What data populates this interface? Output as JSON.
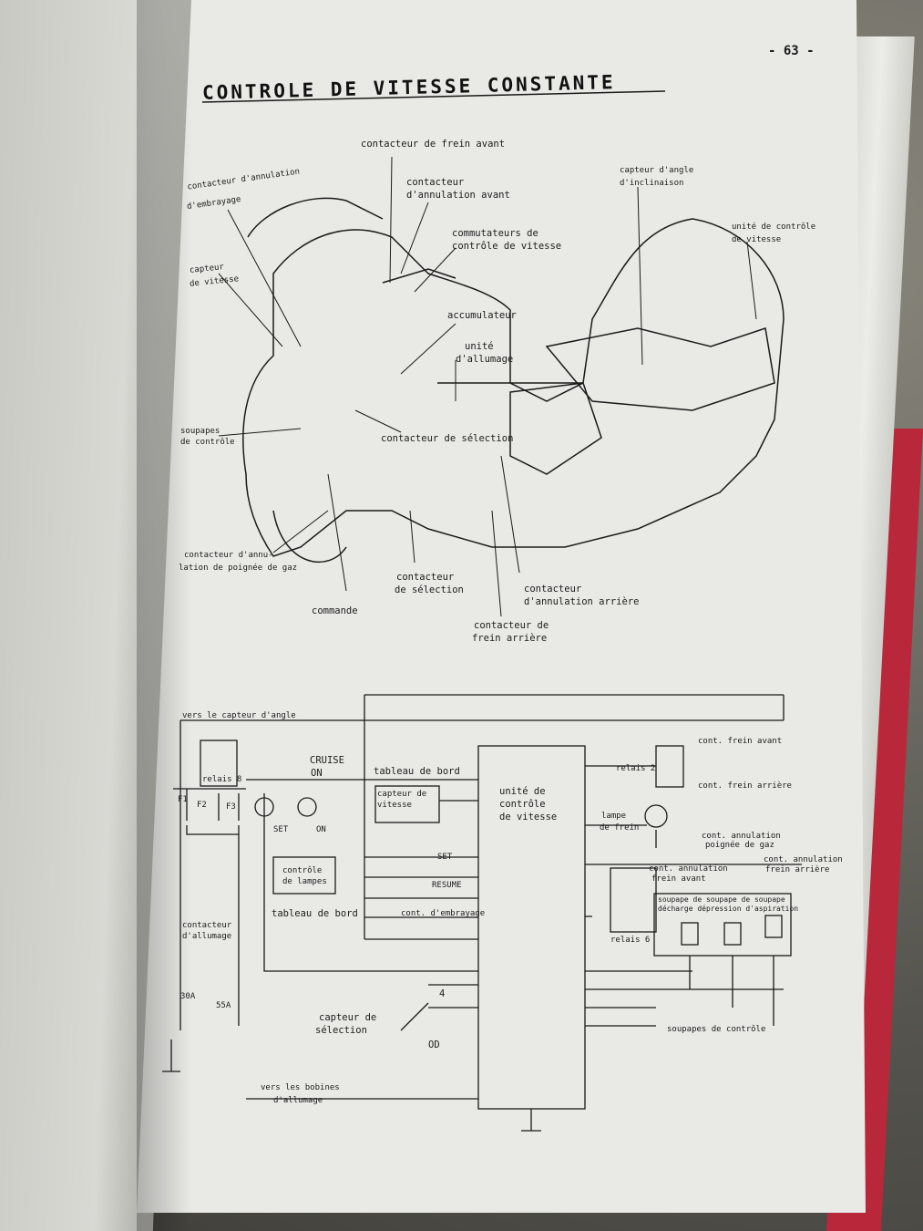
{
  "page_number": "- 63 -",
  "title": "CONTROLE DE VITESSE CONSTANTE",
  "illustration_labels": {
    "frein_avant": "contacteur de frein avant",
    "annul_avant_1": "contacteur",
    "annul_avant_2": "d'annulation avant",
    "commutateurs_1": "commutateurs de",
    "commutateurs_2": "contrôle de vitesse",
    "embrayage_1": "contacteur d'annulation",
    "embrayage_2": "d'embrayage",
    "capteur_vitesse_1": "capteur",
    "capteur_vitesse_2": "de vitesse",
    "accumulateur": "accumulateur",
    "allumage_1": "unité",
    "allumage_2": "d'allumage",
    "angle_1": "capteur d'angle",
    "angle_2": "d'inclinaison",
    "unite_1": "unité de contrôle",
    "unite_2": "de vitesse",
    "soupapes_1": "soupapes",
    "soupapes_2": "de contrôle",
    "selection_contact": "contacteur de sélection",
    "annul_gaz_1": "contacteur d'annu-",
    "annul_gaz_2": "lation de poignée de gaz",
    "selection_1": "contacteur",
    "selection_2": "de sélection",
    "annul_arriere_1": "contacteur",
    "annul_arriere_2": "d'annulation arrière",
    "commande": "commande",
    "frein_arriere_1": "contacteur de",
    "frein_arriere_2": "frein arrière"
  },
  "schematic_labels": {
    "vers_capteur_angle": "vers le capteur d'angle",
    "relais8": "relais 8",
    "f1": "F1",
    "f2": "F2",
    "f3": "F3",
    "cruise": "CRUISE",
    "on": "ON",
    "tableau_bord_top": "tableau de bord",
    "set": "SET",
    "on2": "ON",
    "controle_lampes_1": "contrôle",
    "controle_lampes_2": "de lampes",
    "tableau_bord_bottom": "tableau de bord",
    "capteur_vitesse_1": "capteur de",
    "capteur_vitesse_2": "vitesse",
    "unite_1": "unité de",
    "unite_2": "contrôle",
    "unite_3": "de vitesse",
    "set_btn": "SET",
    "resume_btn": "RESUME",
    "cont_embrayage": "cont. d'embrayage",
    "contacteur_allumage_1": "contacteur",
    "contacteur_allumage_2": "d'allumage",
    "fuse30": "30A",
    "fuse55": "55A",
    "capteur_selection_1": "capteur de",
    "capteur_selection_2": "sélection",
    "four": "4",
    "od": "OD",
    "bobines_1": "vers les bobines",
    "bobines_2": "d'allumage",
    "relais2": "relais 2",
    "cont_frein_avant": "cont. frein avant",
    "cont_frein_arriere": "cont. frein arrière",
    "lampe_1": "lampe",
    "lampe_2": "de frein",
    "annul_gaz_1": "cont. annulation",
    "annul_gaz_2": "poignée de gaz",
    "annul_frein_avant_1": "cont. annulation",
    "annul_frein_avant_2": "frein avant",
    "annul_frein_arriere_1": "cont. annulation",
    "annul_frein_arriere_2": "frein arrière",
    "soupape_1": "soupape de soupape de soupape",
    "soupape_2": "décharge   dépression d'aspiration",
    "relais6": "relais 6",
    "soupapes_controle": "soupapes de contrôle"
  }
}
